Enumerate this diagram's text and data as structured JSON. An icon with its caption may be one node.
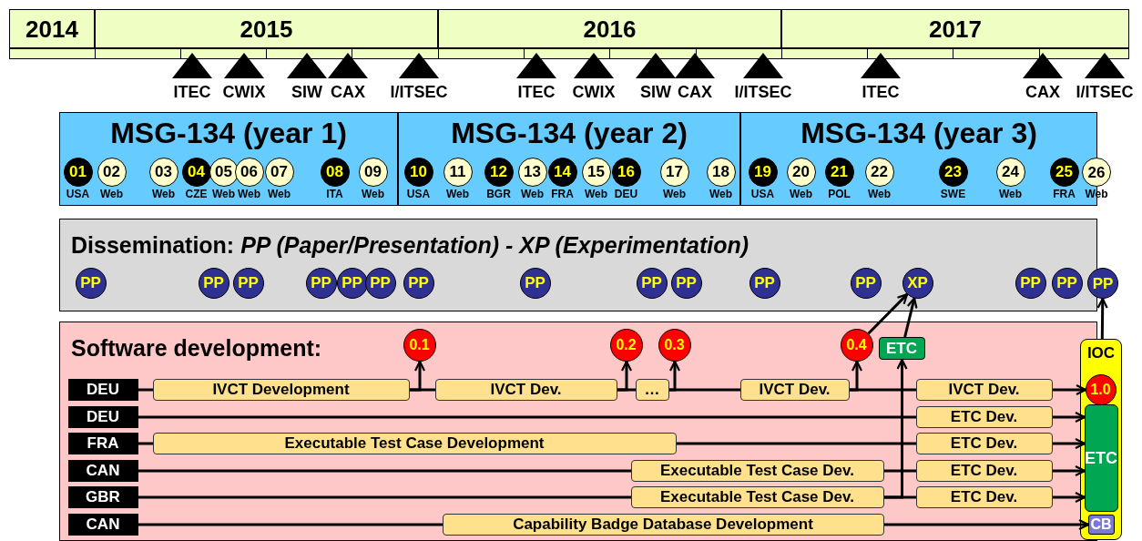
{
  "diagram": {
    "nodes": [
      {
        "text": [
          "2014"
        ]
      },
      {
        "text": [
          "2015"
        ]
      },
      {
        "text": [
          "2016"
        ]
      },
      {
        "text": [
          "2017"
        ]
      },
      {
        "text": [
          "MSG-134 (year 1)"
        ]
      },
      {
        "text": [
          "MSG-134 (year 2)"
        ]
      },
      {
        "text": [
          "MSG-134 (year 3)"
        ]
      },
      {
        "text": [
          "01"
        ],
        "beside": [
          "USA"
        ],
        "in": 4
      },
      {
        "text": [
          "02"
        ],
        "beside": [
          "Web"
        ],
        "in": 4
      },
      {
        "text": [
          "03"
        ],
        "beside": [
          "Web"
        ],
        "in": 4
      },
      {
        "text": [
          "04"
        ],
        "beside": [
          "CZE"
        ],
        "in": 4
      },
      {
        "text": [
          "05"
        ],
        "beside": [
          "Web"
        ],
        "in": 4
      },
      {
        "text": [
          "06"
        ],
        "beside": [
          "Web"
        ],
        "in": 4
      },
      {
        "text": [
          "07"
        ],
        "beside": [
          "Web"
        ],
        "in": 4
      },
      {
        "text": [
          "08"
        ],
        "beside": [
          "ITA"
        ],
        "in": 4
      },
      {
        "text": [
          "09"
        ],
        "beside": [
          "Web"
        ],
        "in": 4
      },
      {
        "text": [
          "10"
        ],
        "beside": [
          "USA"
        ],
        "in": 5
      },
      {
        "text": [
          "11"
        ],
        "beside": [
          "Web"
        ],
        "in": 5
      },
      {
        "text": [
          "12"
        ],
        "beside": [
          "BGR"
        ],
        "in": 5
      },
      {
        "text": [
          "13"
        ],
        "beside": [
          "Web"
        ],
        "in": 5
      },
      {
        "text": [
          "14"
        ],
        "beside": [
          "FRA"
        ],
        "in": 5
      },
      {
        "text": [
          "15"
        ],
        "beside": [
          "Web"
        ],
        "in": 5
      },
      {
        "text": [
          "16"
        ],
        "beside": [
          "DEU"
        ],
        "in": 5
      },
      {
        "text": [
          "17"
        ],
        "beside": [
          "Web"
        ],
        "in": 5
      },
      {
        "text": [
          "18"
        ],
        "beside": [
          "Web"
        ],
        "in": 5
      },
      {
        "text": [
          "19"
        ],
        "beside": [
          "USA"
        ],
        "in": 6
      },
      {
        "text": [
          "20"
        ],
        "beside": [
          "Web"
        ],
        "in": 6
      },
      {
        "text": [
          "21"
        ],
        "beside": [
          "POL"
        ],
        "in": 6
      },
      {
        "text": [
          "22"
        ],
        "beside": [
          "Web"
        ],
        "in": 6
      },
      {
        "text": [
          "23"
        ],
        "beside": [
          "SWE"
        ],
        "in": 6
      },
      {
        "text": [
          "24"
        ],
        "beside": [
          "Web"
        ],
        "in": 6
      },
      {
        "text": [
          "25"
        ],
        "beside": [
          "FRA"
        ],
        "in": 6
      },
      {
        "text": [
          "26"
        ],
        "beside": [
          "Web"
        ]
      },
      {
        "text": [
          "Dissemination: *PP (Paper/Presentation) - XP (Experimentation)*"
        ]
      },
      {
        "text": [
          "PP"
        ],
        "in": 33
      },
      {
        "text": [
          "PP"
        ],
        "in": 33
      },
      {
        "text": [
          "PP"
        ],
        "in": 33
      },
      {
        "text": [
          "PP"
        ],
        "in": 33
      },
      {
        "text": [
          "PP"
        ],
        "in": 33
      },
      {
        "text": [
          "PP"
        ],
        "in": 33
      },
      {
        "text": [
          "PP"
        ],
        "in": 33
      },
      {
        "text": [
          "PP"
        ],
        "in": 33
      },
      {
        "text": [
          "PP"
        ],
        "in": 33
      },
      {
        "text": [
          "PP"
        ],
        "in": 33
      },
      {
        "text": [
          "PP"
        ],
        "in": 33
      },
      {
        "text": [
          "PP"
        ],
        "in": 33
      },
      {
        "text": [
          "XP"
        ],
        "in": 33
      },
      {
        "text": [
          "PP"
        ],
        "in": 33
      },
      {
        "text": [
          "PP"
        ],
        "in": 33
      },
      {
        "text": [
          "PP"
        ]
      },
      {
        "text": [
          "Software development:"
        ]
      },
      {
        "text": [
          "0.1"
        ],
        "in": 50
      },
      {
        "text": [
          "0.2"
        ],
        "in": 50
      },
      {
        "text": [
          "0.3"
        ],
        "in": 50
      },
      {
        "text": [
          "0.4"
        ],
        "in": 50
      },
      {
        "text": [
          "ETC"
        ],
        "in": 50
      },
      {
        "text": [
          "DEU"
        ],
        "in": 50
      },
      {
        "text": [
          "IVCT Development"
        ],
        "in": 50
      },
      {
        "text": [
          "IVCT Dev."
        ],
        "in": 50
      },
      {
        "text": [
          "…"
        ],
        "in": 50
      },
      {
        "text": [
          "IVCT Dev."
        ],
        "in": 50
      },
      {
        "text": [
          "IVCT Dev."
        ],
        "in": 50
      },
      {
        "text": [
          "DEU"
        ],
        "in": 50
      },
      {
        "text": [
          "ETC Dev."
        ],
        "in": 50
      },
      {
        "text": [
          "FRA"
        ],
        "in": 50
      },
      {
        "text": [
          "Executable Test Case Development"
        ],
        "in": 50
      },
      {
        "text": [
          "ETC Dev."
        ],
        "in": 50
      },
      {
        "text": [
          "CAN"
        ],
        "in": 50
      },
      {
        "text": [
          "Executable Test Case Dev."
        ],
        "in": 50
      },
      {
        "text": [
          "ETC Dev."
        ],
        "in": 50
      },
      {
        "text": [
          "GBR"
        ],
        "in": 50
      },
      {
        "text": [
          "Executable Test Case Dev."
        ],
        "in": 50
      },
      {
        "text": [
          "ETC Dev."
        ],
        "in": 50
      },
      {
        "text": [
          "CAN"
        ],
        "in": 50
      },
      {
        "text": [
          "Capability Badge Database Development"
        ],
        "in": 50
      },
      {
        "text": [
          "IOC"
        ]
      },
      {
        "text": [
          "1.0"
        ],
        "in": 75
      },
      {
        "text": [
          "ETC"
        ],
        "in": 75
      },
      {
        "text": [
          "CB"
        ],
        "in": 75
      }
    ],
    "edges": [
      {
        "from": 57,
        "to": 51,
        "arrow": "to"
      },
      {
        "from": 58,
        "to": 52,
        "arrow": "to"
      },
      {
        "from": 59,
        "to": 53,
        "arrow": "to"
      },
      {
        "from": 60,
        "to": 54,
        "arrow": "to"
      },
      {
        "from": 54,
        "to": 46,
        "arrow": "to"
      },
      {
        "from": 55,
        "to": 46,
        "arrow": "to"
      },
      {
        "from": 71,
        "to": 55,
        "arrow": "to"
      },
      {
        "from": 75,
        "to": 49,
        "arrow": "to"
      },
      {
        "from": 56,
        "to": 57,
        "arrow": "none"
      },
      {
        "from": 57,
        "to": 58,
        "arrow": "none"
      },
      {
        "from": 58,
        "to": 59,
        "arrow": "none"
      },
      {
        "from": 59,
        "to": 60,
        "arrow": "none"
      },
      {
        "from": 60,
        "to": 61,
        "arrow": "none"
      },
      {
        "from": 61,
        "to": 76,
        "arrow": "to"
      },
      {
        "from": 62,
        "to": 63,
        "arrow": "none"
      },
      {
        "from": 63,
        "to": 77,
        "arrow": "to"
      },
      {
        "from": 64,
        "to": 65,
        "arrow": "none"
      },
      {
        "from": 65,
        "to": 66,
        "arrow": "none"
      },
      {
        "from": 66,
        "to": 77,
        "arrow": "to"
      },
      {
        "from": 67,
        "to": 68,
        "arrow": "none"
      },
      {
        "from": 68,
        "to": 69,
        "arrow": "none"
      },
      {
        "from": 69,
        "to": 77,
        "arrow": "to"
      },
      {
        "from": 70,
        "to": 71,
        "arrow": "none"
      },
      {
        "from": 71,
        "to": 72,
        "arrow": "none"
      },
      {
        "from": 72,
        "to": 77,
        "arrow": "to"
      },
      {
        "from": 73,
        "to": 74,
        "arrow": "none"
      },
      {
        "from": 74,
        "to": 78,
        "arrow": "to"
      }
    ],
    "labels": [
      "ITEC",
      "CWIX",
      "SIW",
      "CAX",
      "I/ITSEC",
      "ITEC",
      "CWIX",
      "SIW",
      "CAX",
      "I/ITSEC",
      "ITEC",
      "CAX",
      "I/ITSEC"
    ]
  }
}
